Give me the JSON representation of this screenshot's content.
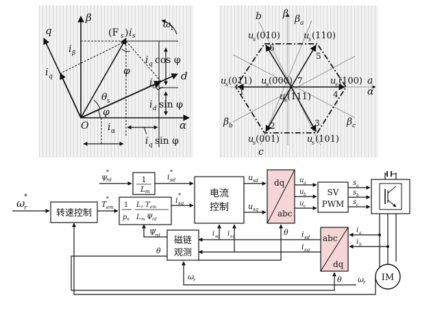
{
  "vector_diagram": {
    "axis_beta": "β",
    "axis_q": "q",
    "axis_d": "d",
    "axis_alpha": "α",
    "origin": "O",
    "omega1": "ω",
    "omega1_sub": "1",
    "fs_label": "(F",
    "fs_sub": "s",
    "fs_close": ")",
    "is_label": "i",
    "is_sub": "s",
    "i_beta": "i",
    "i_beta_sub": "β",
    "i_q_left": "i",
    "i_q_left_sub": "q",
    "phi_upper": "φ",
    "phi_lower": "φ",
    "theta_s": "θ",
    "theta_s_sub": "s",
    "i_alpha": "i",
    "i_alpha_sub": "α",
    "iq_cos_i": "i",
    "iq_cos_sub": "q",
    "iq_cos_text": "cos φ",
    "id_label": "i",
    "id_label_sub": "d",
    "id_sin_i": "i",
    "id_sin_sub": "d",
    "id_sin_text": "sin φ",
    "iq_sin_i": "i",
    "iq_sin_sub": "q",
    "iq_sin_text": "sin φ"
  },
  "hexagon_diagram": {
    "beta": "β",
    "beta_a": "β",
    "beta_a_sub": "a",
    "beta_b": "β",
    "beta_b_sub": "b",
    "beta_c": "β",
    "beta_c_sub": "c",
    "axis_a": "a",
    "axis_b": "b",
    "axis_c": "c",
    "axis_alpha": "α",
    "vectors": [
      {
        "label": "u",
        "sub": "s",
        "code": "(010)",
        "num": "6"
      },
      {
        "label": "u",
        "sub": "s",
        "code": "(110)",
        "num": "5"
      },
      {
        "label": "u",
        "sub": "s",
        "code": "(011)",
        "num": "1"
      },
      {
        "label": "u",
        "sub": "s",
        "code": "(000)",
        "num": "7"
      },
      {
        "label": "u",
        "sub": "s",
        "code": "(100)",
        "num": "4"
      },
      {
        "label": "u",
        "sub": "s",
        "code": "(111)",
        "num": ""
      },
      {
        "label": "u",
        "sub": "s",
        "code": "(001)",
        "num": "2"
      },
      {
        "label": "u",
        "sub": "s",
        "code": "(101)",
        "num": "3"
      }
    ]
  },
  "block_diagram": {
    "omega_ref": "ω",
    "omega_ref_sub": "r",
    "omega_ref_sup": "*",
    "speed_ctrl": "转速控制",
    "psi_ref": "ψ",
    "psi_ref_sub": "rd",
    "psi_ref_sup": "*",
    "gain1_num": "1",
    "gain1_den": "L",
    "gain1_den_sub": "m",
    "isd_ref": "i",
    "isd_ref_sub": "sd",
    "isd_ref_sup": "*",
    "tem_ref": "T",
    "tem_ref_sub": "em",
    "tem_ref_sup": "*",
    "gain2_n1": "1",
    "gain2_d1": "p",
    "gain2_d1_sub": "n",
    "gain2_n2": "L",
    "gain2_n2_sub": "r",
    "gain2_n2b": "T",
    "gain2_n2b_sub": "em",
    "gain2_d2": "L",
    "gain2_d2_sub": "m",
    "gain2_d2b": "Ψ",
    "gain2_d2b_sub": "rd",
    "isq_ref": "i",
    "isq_ref_sub": "sq",
    "isq_ref_sup": "*",
    "current_ctrl_1": "电流",
    "current_ctrl_2": "控制",
    "usd": "u",
    "usd_sub": "sd",
    "usq": "u",
    "usq_sub": "sq",
    "dq_top": "dq",
    "abc_bottom": "abc",
    "ua": "u",
    "ua_sub": "a",
    "ub": "u",
    "ub_sub": "b",
    "uc": "u",
    "uc_sub": "c",
    "svpwm_1": "SV",
    "svpwm_2": "PWM",
    "sa": "s",
    "sa_sub": "a",
    "sb": "s",
    "sb_sub": "b",
    "sc": "s",
    "sc_sub": "c",
    "flux_obs_1": "磁链",
    "flux_obs_2": "观测",
    "psi_rd": "Ψ",
    "psi_rd_sub": "rd",
    "isd_fb": "i",
    "isd_fb_sub": "sd",
    "isq_fb": "i",
    "isq_fb_sub": "sq",
    "theta1": "θ",
    "theta2": "θ",
    "theta3": "θ",
    "omega_r_fb": "ω",
    "omega_r_fb_sub": "r",
    "omega_r_fb2": "ω",
    "omega_r_fb2_sub": "r",
    "abc_top2": "abc",
    "dq_bottom2": "dq",
    "isd_out": "i",
    "isd_out_sub": "sd",
    "isq_out": "i",
    "isq_out_sub": "sq",
    "ia": "i",
    "ia_sub": "a",
    "ib": "i",
    "ib_sub": "b",
    "motor": "IM"
  }
}
